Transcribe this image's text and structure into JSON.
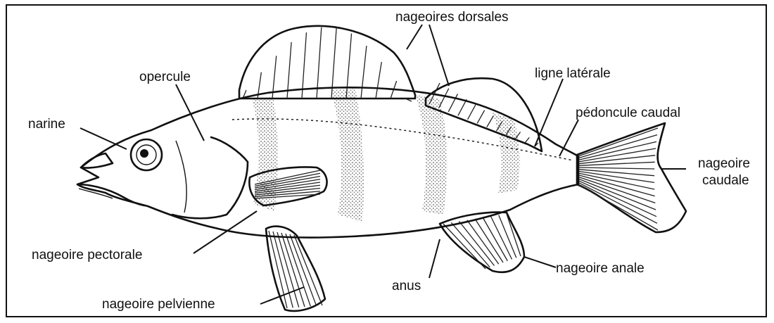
{
  "labels": {
    "dorsal_fins": "nageoires dorsales",
    "operculum": "opercule",
    "nostril": "narine",
    "lateral_line": "ligne latérale",
    "caudal_peduncle": "pédoncule caudal",
    "caudal_fin_line1": "nageoire",
    "caudal_fin_line2": "caudale",
    "pectoral_fin": "nageoire pectorale",
    "anus": "anus",
    "anal_fin": "nageoire anale",
    "pelvic_fin": "nageoire pelvienne"
  },
  "colors": {
    "ink": "#111111",
    "background": "#ffffff"
  }
}
